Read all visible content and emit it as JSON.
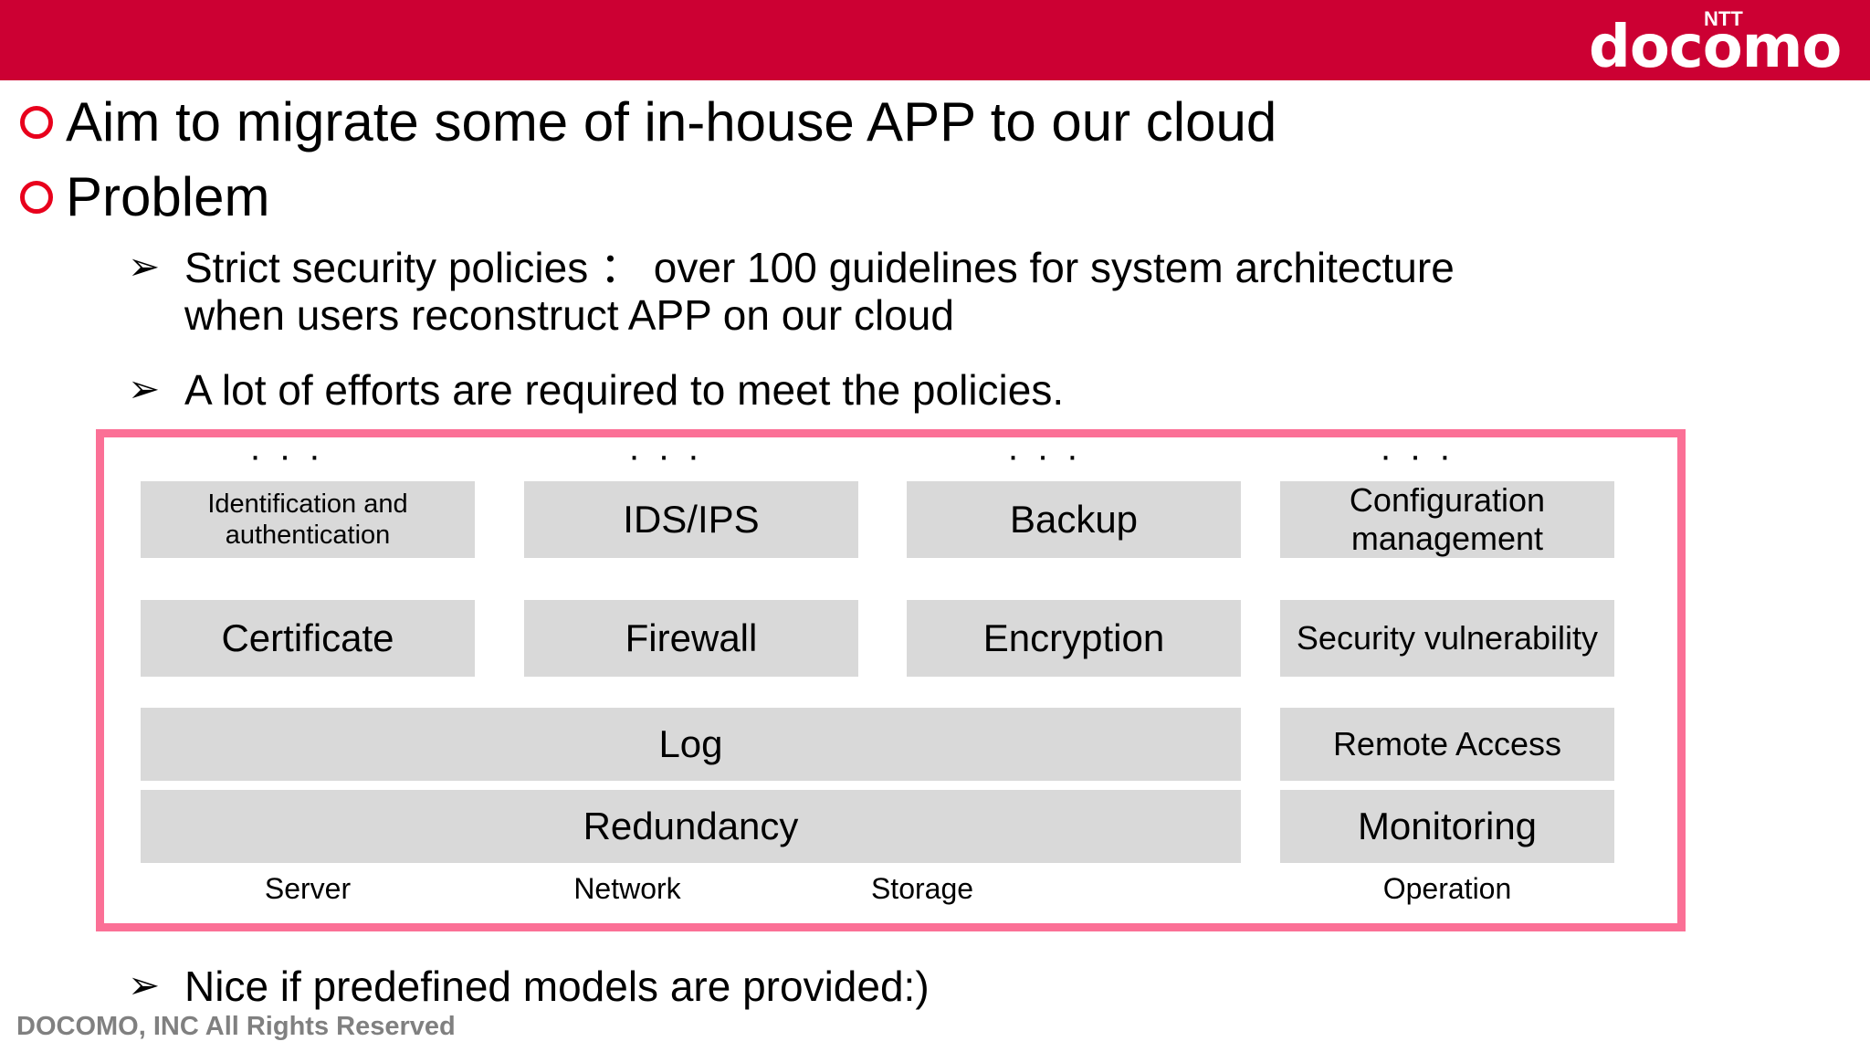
{
  "header": {
    "background_color": "#CC0033",
    "logo": {
      "superscript": "NTT",
      "wordmark": "docomo"
    }
  },
  "bullets_level1": [
    {
      "marker": "circle-outline",
      "text": "Aim to migrate some of in-house APP to our cloud"
    },
    {
      "marker": "circle-outline",
      "text": "Problem"
    }
  ],
  "bullets_level2": [
    {
      "marker": "➢",
      "lines": [
        "Strict security policies ： over 100 guidelines for system architecture",
        "when users reconstruct APP on our cloud"
      ]
    },
    {
      "marker": "➢",
      "lines": [
        "A lot of efforts are required to meet the policies."
      ]
    },
    {
      "marker": "➢",
      "lines": [
        "Nice if predefined models are provided:)"
      ]
    }
  ],
  "diagram": {
    "border_color": "#FB7096",
    "cell_color": "#D9D9D9",
    "ellipsis": "· · ·",
    "ellipsis_count": 4,
    "rows": [
      {
        "cells": [
          "Identification and authentication",
          "IDS/IPS",
          "Backup",
          "Configuration management"
        ]
      },
      {
        "cells": [
          "Certificate",
          "Firewall",
          "Encryption",
          "Security vulnerability"
        ]
      },
      {
        "cells": [
          "Log",
          "Remote Access"
        ]
      },
      {
        "cells": [
          "Redundancy",
          "Monitoring"
        ]
      }
    ],
    "column_labels": [
      "Server",
      "Network",
      "Storage",
      "Operation"
    ]
  },
  "footer": {
    "text": "DOCOMO, INC All Rights Reserved"
  }
}
